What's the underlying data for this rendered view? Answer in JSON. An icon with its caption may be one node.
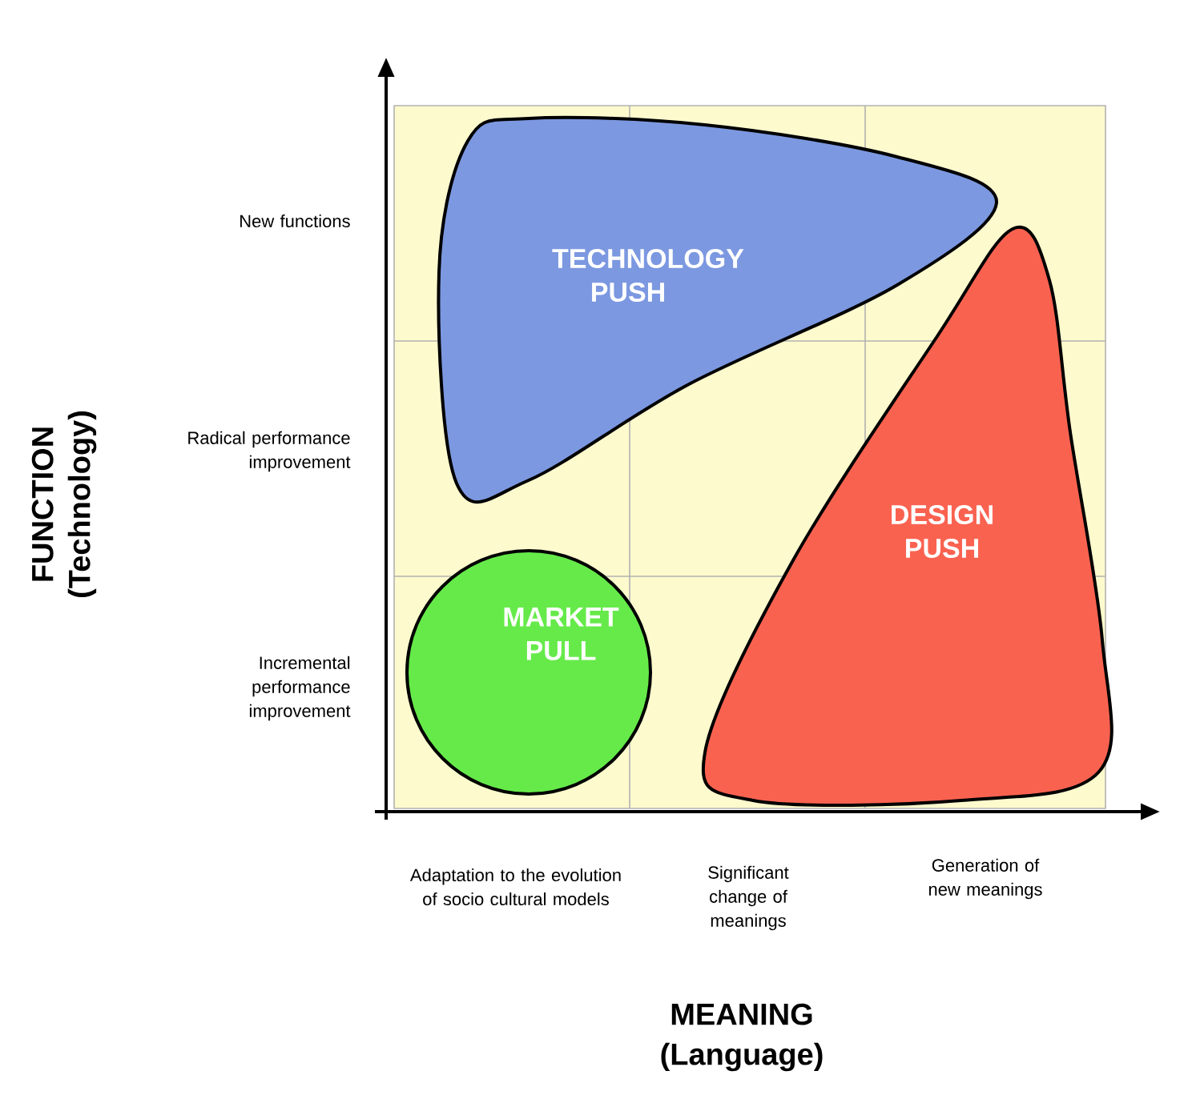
{
  "diagram": {
    "nodes": [
      {
        "text": [
          "TECHNOLOGY PUSH"
        ]
      },
      {
        "text": [
          "DESIGN PUSH"
        ]
      },
      {
        "text": [
          "MARKET PULL"
        ]
      }
    ],
    "labels": [
      "New functions",
      "Radical performance improvement",
      "Incremental performance improvement",
      "FUNCTION (Technology)",
      "Adaptation to the evolution of socio cultural models",
      "Significant change of meanings",
      "Generation of new meanings",
      "MEANING (Language)"
    ]
  }
}
